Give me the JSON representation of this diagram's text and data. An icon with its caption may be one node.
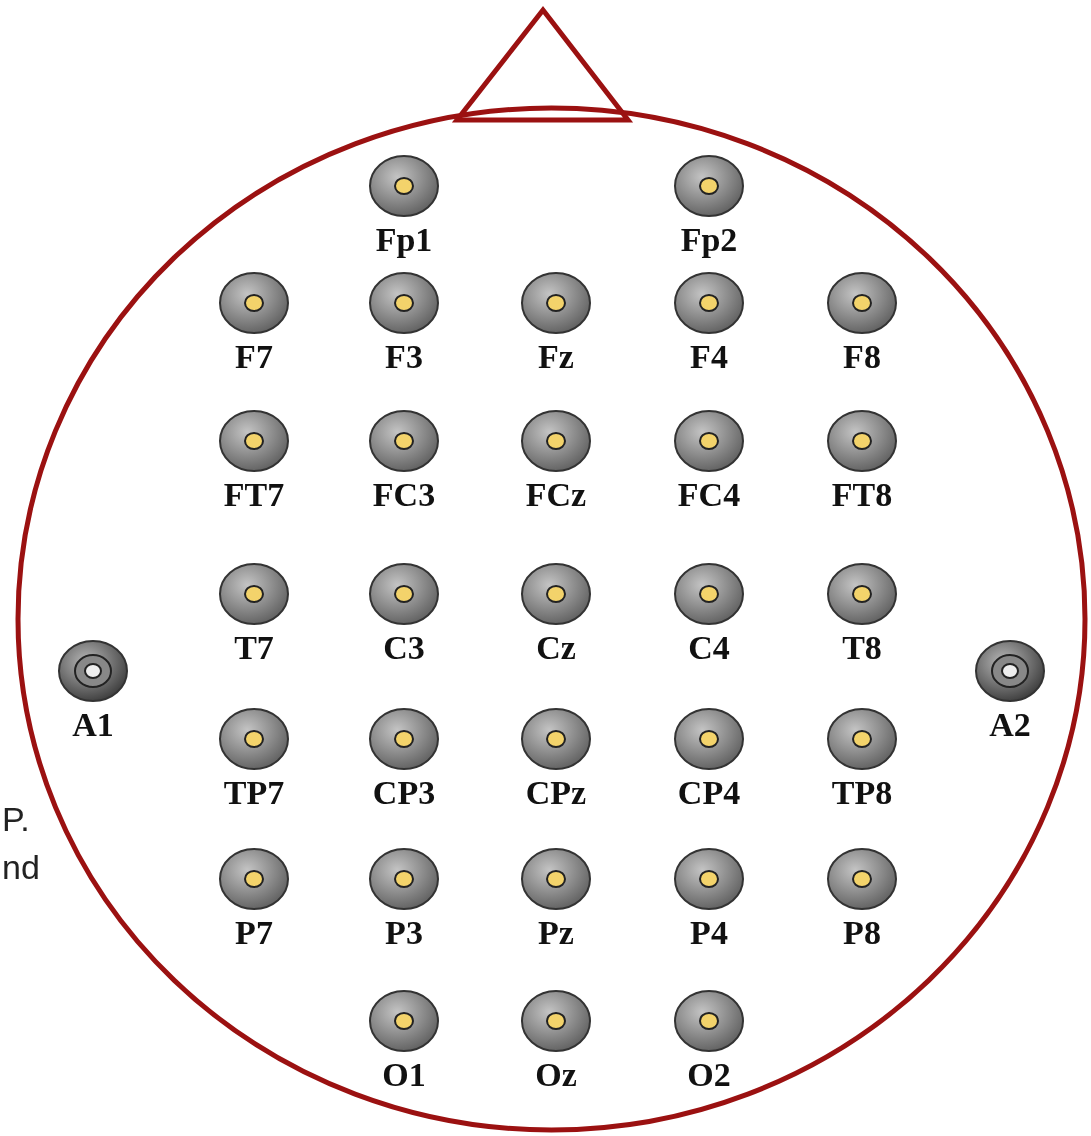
{
  "diagram": {
    "nodes": [
      {
        "text": [],
        "shape": "circle"
      },
      {
        "text": [
          "Fp1"
        ],
        "in": 0
      },
      {
        "text": [
          "Fp2"
        ],
        "in": 0
      },
      {
        "text": [
          "F7"
        ],
        "in": 0
      },
      {
        "text": [
          "F3"
        ],
        "in": 0
      },
      {
        "text": [
          "Fz"
        ],
        "in": 0
      },
      {
        "text": [
          "F4"
        ],
        "in": 0
      },
      {
        "text": [
          "F8"
        ],
        "in": 0
      },
      {
        "text": [
          "FT7"
        ],
        "in": 0
      },
      {
        "text": [
          "FC3"
        ],
        "in": 0
      },
      {
        "text": [
          "FCz"
        ],
        "in": 0
      },
      {
        "text": [
          "FC4"
        ],
        "in": 0
      },
      {
        "text": [
          "FT8"
        ],
        "in": 0
      },
      {
        "text": [
          "A1"
        ],
        "in": 0
      },
      {
        "text": [
          "T7"
        ],
        "in": 0
      },
      {
        "text": [
          "C3"
        ],
        "in": 0
      },
      {
        "text": [
          "Cz"
        ],
        "in": 0
      },
      {
        "text": [
          "C4"
        ],
        "in": 0
      },
      {
        "text": [
          "T8"
        ],
        "in": 0
      },
      {
        "text": [
          "A2"
        ],
        "in": 0
      },
      {
        "text": [
          "TP7"
        ],
        "in": 0
      },
      {
        "text": [
          "CP3"
        ],
        "in": 0
      },
      {
        "text": [
          "CPz"
        ],
        "in": 0
      },
      {
        "text": [
          "CP4"
        ],
        "in": 0
      },
      {
        "text": [
          "TP8"
        ],
        "in": 0
      },
      {
        "text": [
          "P7"
        ],
        "in": 0
      },
      {
        "text": [
          "P3"
        ],
        "in": 0
      },
      {
        "text": [
          "Pz"
        ],
        "in": 0
      },
      {
        "text": [
          "P4"
        ],
        "in": 0
      },
      {
        "text": [
          "P8"
        ],
        "in": 0
      },
      {
        "text": [
          "O1"
        ],
        "in": 0
      },
      {
        "text": [
          "Oz"
        ],
        "in": 0
      },
      {
        "text": [
          "O2"
        ],
        "in": 0
      }
    ],
    "edges": [],
    "labels": [
      "P.",
      "nd"
    ]
  }
}
